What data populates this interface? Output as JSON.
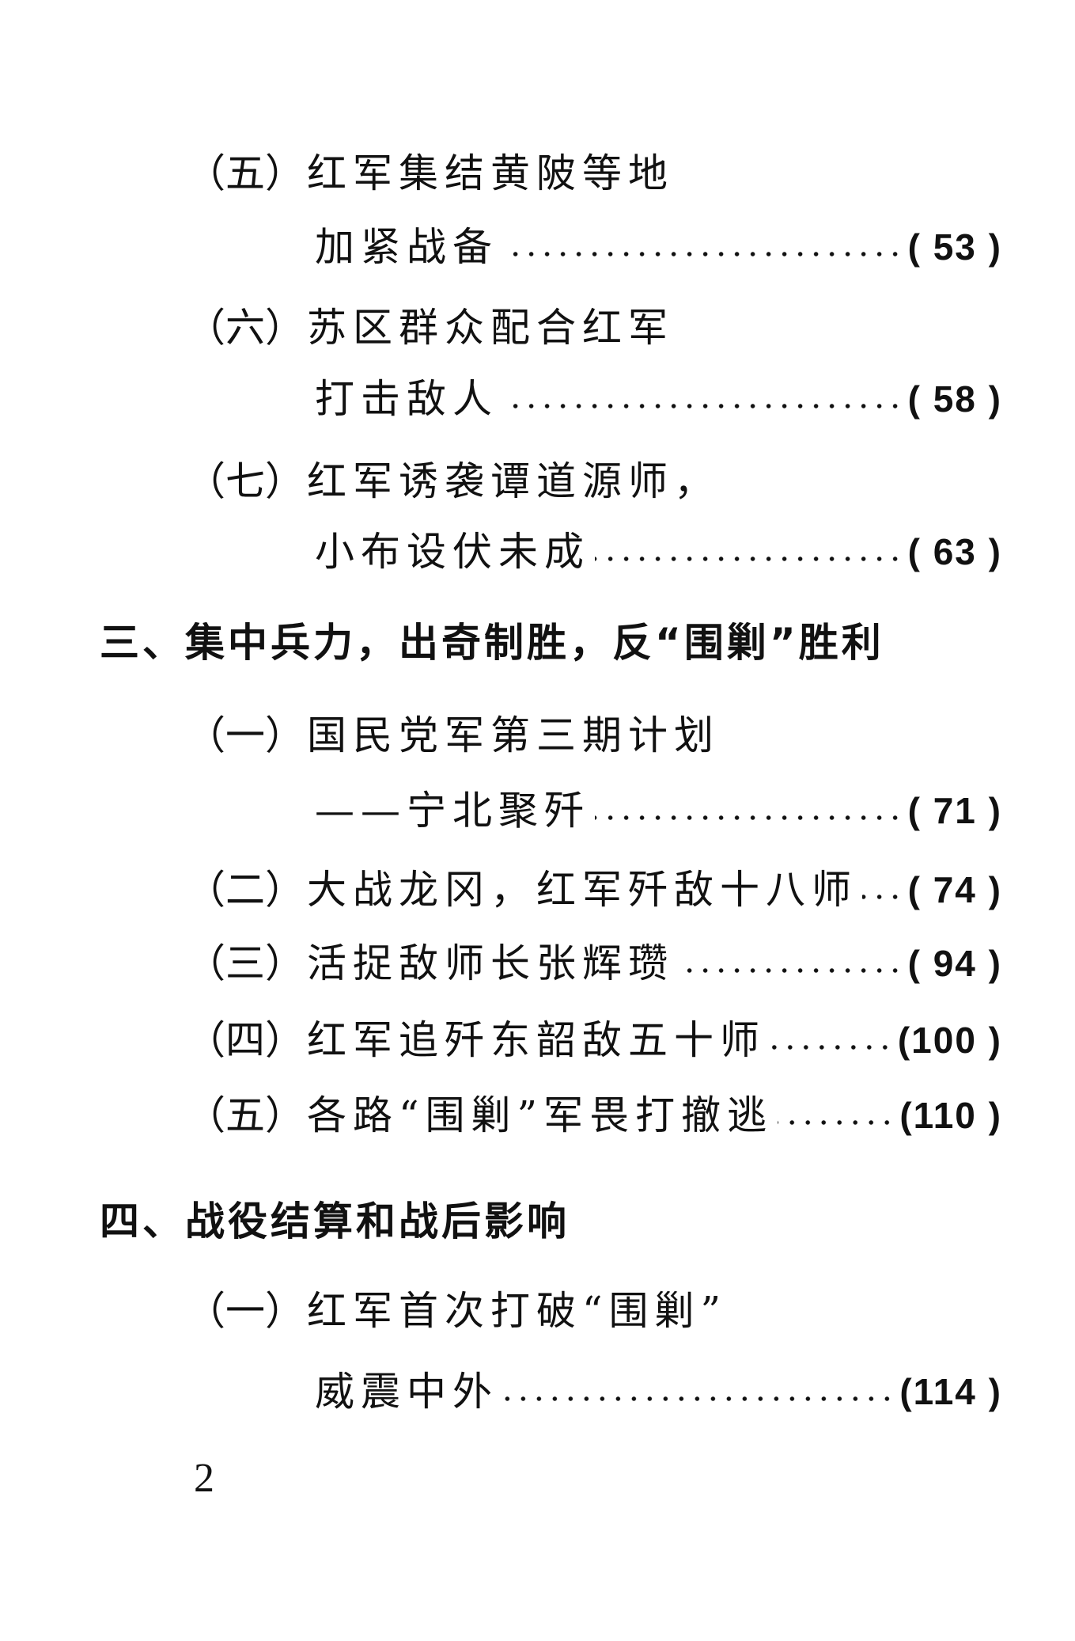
{
  "toc": {
    "entries": [
      {
        "num": "（五）",
        "title": "红军集结黄陂等地",
        "cont": "加紧战备",
        "page": "( 53 )"
      },
      {
        "num": "（六）",
        "title": "苏区群众配合红军",
        "cont": "打击敌人",
        "page": "( 58 )"
      },
      {
        "num": "（七）",
        "title": "红军诱袭谭道源师，",
        "cont": "小布设伏未成",
        "page": "( 63 )"
      }
    ],
    "section3": {
      "heading": "三、集中兵力，出奇制胜，反“围剿”胜利",
      "entries": [
        {
          "num": "（一）",
          "title": "国民党军第三期计划",
          "cont": "——宁北聚歼",
          "page": "( 71 )"
        },
        {
          "num": "（二）",
          "title": "大战龙冈，红军歼敌十八师",
          "page": "( 74 )"
        },
        {
          "num": "（三）",
          "title": "活捉敌师长张辉瓒",
          "page": "( 94 )"
        },
        {
          "num": "（四）",
          "title": "红军追歼东韶敌五十师",
          "page": "(100 )"
        },
        {
          "num": "（五）",
          "title": "各路“围剿”军畏打撤逃",
          "page": "(110 )"
        }
      ]
    },
    "section4": {
      "heading": "四、战役结算和战后影响",
      "entries": [
        {
          "num": "（一）",
          "title": "红军首次打破“围剿”",
          "cont": "威震中外",
          "page": "(114 )"
        }
      ]
    }
  },
  "folio": "2"
}
